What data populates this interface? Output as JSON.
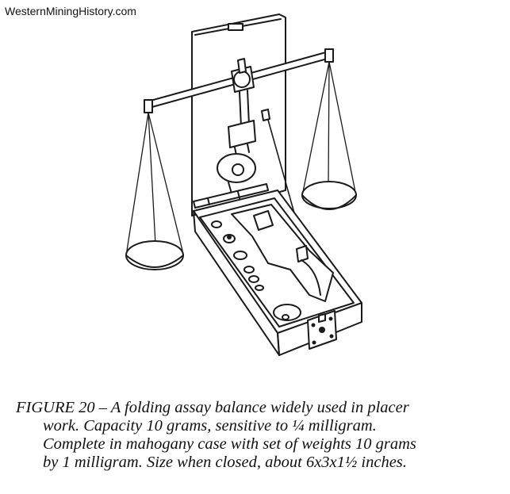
{
  "watermark": "WesternMiningHistory.com",
  "caption": {
    "line1": "FIGURE 20 – A folding assay balance widely used in placer",
    "line2": "work. Capacity  10 grams,  sensitive  to  ¼  milligram.",
    "line3": "Complete in mahogany case with set of weights 10 grams",
    "line4": "by 1 milligram. Size when closed, about 6x3x1½ inches."
  }
}
